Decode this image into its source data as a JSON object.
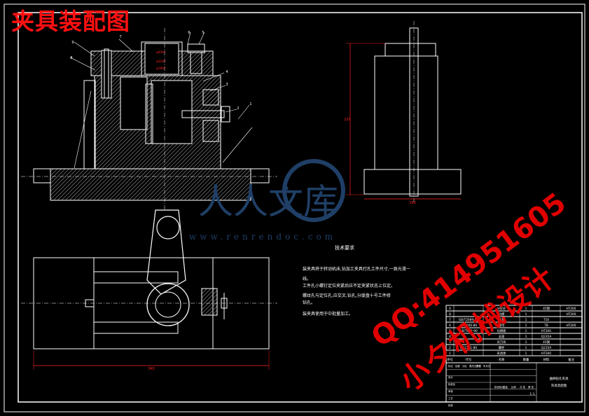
{
  "drawing": {
    "title": "夹具装配图",
    "colors": {
      "background": "#000000",
      "line": "#ffffff",
      "dim": "#ff2020",
      "hatch": "#9a9a9a",
      "watermark": "#1f3f66"
    }
  },
  "watermark": {
    "site_name": "人人文库",
    "site_url": "www.renrendoc.com",
    "qq": "QQ:414951605",
    "shop": "小夕机械设计"
  },
  "tech_requirements": {
    "heading": "技术要求",
    "lines": [
      "装夹具将于转动机床,钻加工夹具打孔工件尺寸,一致光滑一",
      "线。",
      "工件孔小螺钉定位夹紧后应不定夹紧状态上位定。",
      "螺纹孔与定位孔,应交叉,钻孔,分度盘十号工件修",
      "钻孔。",
      "装夹具使用于中批量加工。"
    ]
  },
  "dimensions": {
    "base_length": "340",
    "side_height": "220",
    "side_width": "160"
  },
  "balloons": [
    "9",
    "8",
    "7",
    "6",
    "5",
    "4",
    "3",
    "2",
    "1"
  ],
  "bom": {
    "rows": [
      [
        "9",
        "",
        "V形块",
        "1",
        "45钢",
        "HT200"
      ],
      [
        "8",
        "",
        "钻模",
        "1",
        "",
        "HT200"
      ],
      [
        "7",
        "GB/T2089-89",
        "钻套",
        "1",
        "T10",
        ""
      ],
      [
        "6",
        "GB2260-80",
        "螺母",
        "1",
        "T8",
        "HT200"
      ],
      [
        "5",
        "GB/T872-90",
        "钻模板",
        "1",
        "HT200",
        ""
      ],
      [
        "4",
        "",
        "支座",
        "1",
        "Q235A",
        ""
      ],
      [
        "3",
        "",
        "对刀块",
        "1",
        "45钢",
        ""
      ],
      [
        "2",
        "GB2291-80",
        "螺栓",
        "1",
        "Q235A",
        ""
      ],
      [
        "1",
        "",
        "夹具体",
        "1",
        "HT200",
        ""
      ]
    ],
    "header": [
      "序号",
      "代号",
      "名称",
      "数量",
      "材料",
      "备注"
    ],
    "title_block": {
      "part_name": "曲柄钻孔夹具",
      "subtitle": "夹具装配图",
      "scale": "1:1",
      "labels": [
        "标记",
        "处数",
        "分区",
        "更改文件号",
        "签名",
        "年月日",
        "设计",
        "标准化",
        "审核",
        "工艺",
        "批准",
        "阶段标记",
        "重量",
        "比例",
        "共 张",
        "第 张"
      ]
    }
  }
}
